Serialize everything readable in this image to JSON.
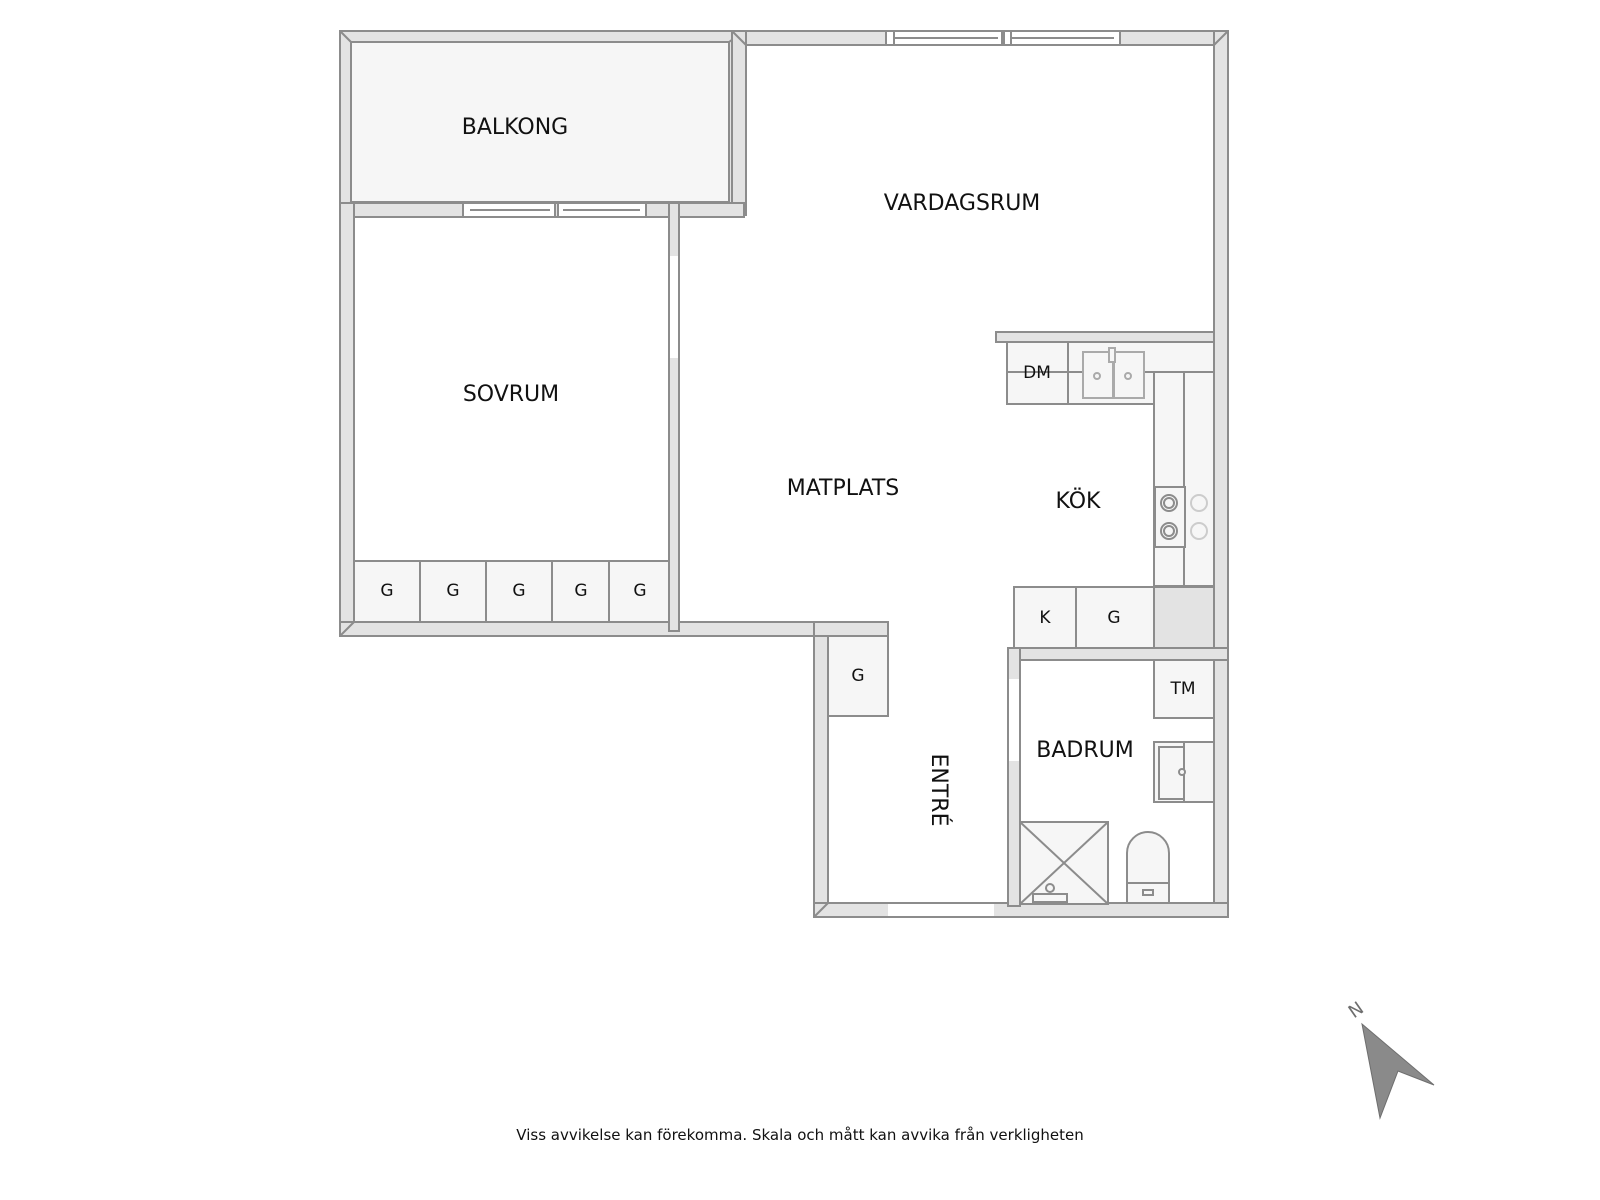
{
  "floorplan": {
    "rooms": [
      {
        "id": "balkong",
        "label": "BALKONG"
      },
      {
        "id": "vardagsrum",
        "label": "VARDAGSRUM"
      },
      {
        "id": "sovrum",
        "label": "SOVRUM"
      },
      {
        "id": "matplats",
        "label": "MATPLATS"
      },
      {
        "id": "kok",
        "label": "KÖK"
      },
      {
        "id": "entre",
        "label": "ENTRÉ"
      },
      {
        "id": "badrum",
        "label": "BADRUM"
      }
    ],
    "fixtures": {
      "dishwasher": "DM",
      "fridge": "K",
      "wardrobe": "G",
      "washing_machine": "TM",
      "bedroom_wardrobes": [
        "G",
        "G",
        "G",
        "G",
        "G"
      ],
      "kitchen_wardrobe": "G",
      "entry_wardrobe": "G"
    },
    "compass": {
      "label": "N"
    },
    "colors": {
      "wall_fill": "#e3e3e3",
      "wall_stroke": "#8c8c8c",
      "balcony_fill": "#f6f6f6",
      "fixture_fill": "#f6f6f6",
      "compass_fill": "#8a8a8a"
    }
  },
  "footer": {
    "disclaimer": "Viss avvikelse kan förekomma. Skala och mått kan avvika från verkligheten"
  }
}
